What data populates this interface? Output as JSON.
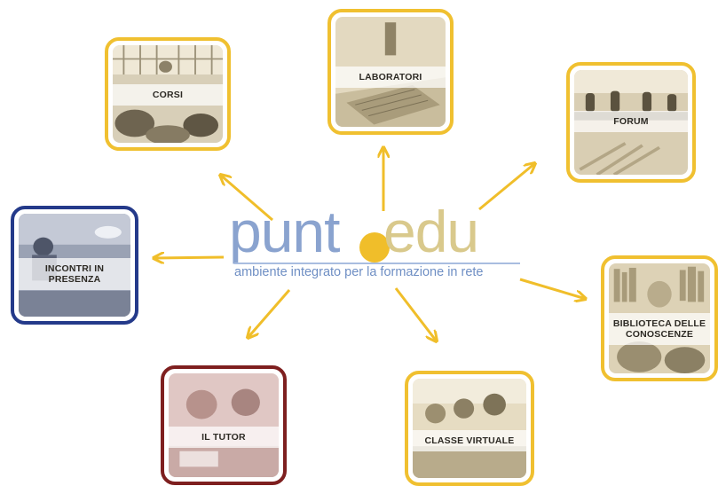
{
  "logo": {
    "word_left": "punt",
    "word_right": "edu",
    "tagline": "ambiente integrato per la formazione in rete"
  },
  "nodes": [
    {
      "id": "corsi",
      "label": "CORSI",
      "icon": "classroom-photo"
    },
    {
      "id": "laboratori",
      "label": "LABORATORI",
      "icon": "laptop-photo"
    },
    {
      "id": "forum",
      "label": "FORUM",
      "icon": "meeting-photo"
    },
    {
      "id": "incontri",
      "label": "INCONTRI IN\nPRESENZA",
      "icon": "conference-photo"
    },
    {
      "id": "biblioteca",
      "label": "BIBLIOTECA DELLE\nCONOSCENZE",
      "icon": "library-photo"
    },
    {
      "id": "tutor",
      "label": "IL TUTOR",
      "icon": "tutor-photo"
    },
    {
      "id": "classe",
      "label": "CLASSE VIRTUALE",
      "icon": "students-photo"
    }
  ],
  "colors": {
    "border_gold": "#f0c030",
    "border_navy": "#243a8a",
    "border_maroon": "#7e1f1f",
    "arrow": "#f0be2a",
    "logo_blue": "#8aa3cf",
    "logo_sand": "#d9c98c"
  }
}
